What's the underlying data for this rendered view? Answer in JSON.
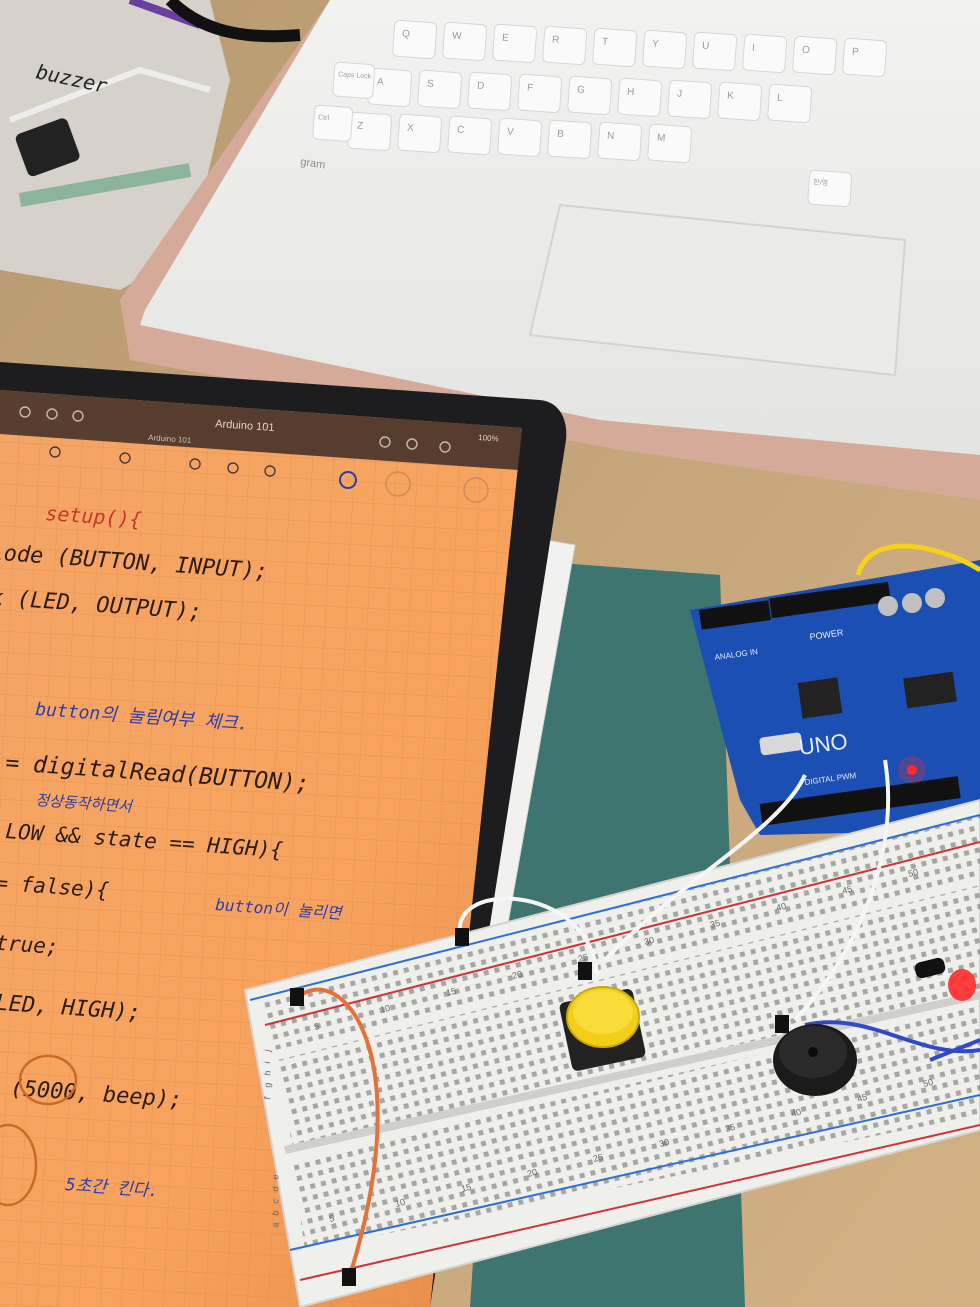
{
  "bag_label": "buzzer",
  "laptop": {
    "brand": "gram",
    "keys_row1": [
      "Q",
      "W",
      "E",
      "R",
      "T",
      "Y",
      "U",
      "I",
      "O",
      "P"
    ],
    "keys_row2": [
      "A",
      "S",
      "D",
      "F",
      "G",
      "H",
      "J",
      "K",
      "L"
    ],
    "keys_row3": [
      "Z",
      "X",
      "C",
      "V",
      "B",
      "N",
      "M"
    ],
    "caps_label": "Caps Lock",
    "ctrl_label": "Ctrl",
    "han_label": "한/영"
  },
  "tablet": {
    "app_title": "Arduino 101",
    "tab_label": "Arduino 101",
    "battery": "100%",
    "note_lines": [
      "setup(){",
      "lode (BUTTON, INPUT);",
      "k (LED, OUTPUT);",
      "button의  눌림여부 체크.",
      "=  digitalRead(BUTTON);",
      "정상동작하면서",
      "LOW &&  state == HIGH){",
      "button이 눌리면",
      "= false){",
      "true;",
      "LED, HIGH);",
      "(5000, beep);",
      "5초간 킨다."
    ]
  },
  "arduino": {
    "model": "UNO",
    "power_label": "POWER",
    "analog_label": "ANALOG IN",
    "digital_label": "DIGITAL PWM"
  },
  "breadboard": {
    "column_numbers": [
      "5",
      "10",
      "15",
      "20",
      "25",
      "30",
      "35",
      "40",
      "45",
      "50"
    ],
    "row_letters": [
      "a",
      "b",
      "c",
      "d",
      "e",
      "f",
      "g",
      "h",
      "i",
      "j"
    ]
  },
  "colors": {
    "desk": "#c9a877",
    "paper": "#f7a45f",
    "ink_black": "#2b1a10",
    "ink_blue": "#2c3ca8",
    "board_blue": "#1c4fb4",
    "button_yellow": "#f2cf18",
    "led_red": "#ff2a2a"
  }
}
